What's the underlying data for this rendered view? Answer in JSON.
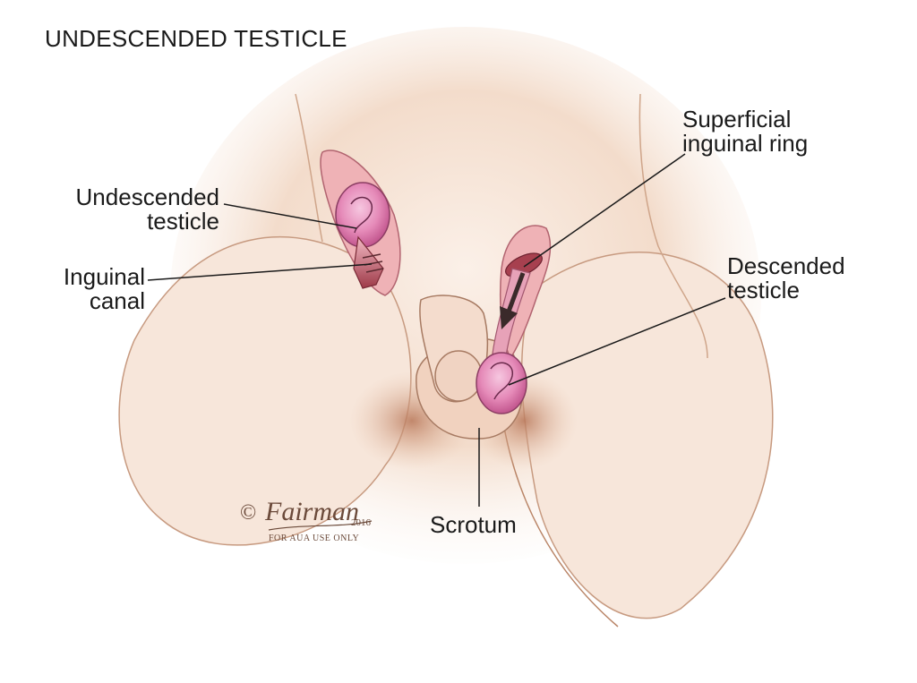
{
  "title": "UNDESCENDED TESTICLE",
  "labels": {
    "undescended_testicle": [
      "Undescended",
      "testicle"
    ],
    "inguinal_canal": [
      "Inguinal",
      "canal"
    ],
    "superficial_inguinal_ring": [
      "Superficial",
      "inguinal ring"
    ],
    "descended_testicle": [
      "Descended",
      "testicle"
    ],
    "scrotum": "Scrotum"
  },
  "signature": {
    "copyright": "©",
    "artist": "Fairman",
    "year": "2016",
    "usage": "FOR AUA USE ONLY"
  },
  "colors": {
    "skin_light": "#f6e3d6",
    "skin_shadow": "#c98e6c",
    "testicle_pink": "#e58ab8",
    "canal_red": "#9e3a48",
    "outline": "#a77a62",
    "leader_line": "#1a1a1a"
  }
}
